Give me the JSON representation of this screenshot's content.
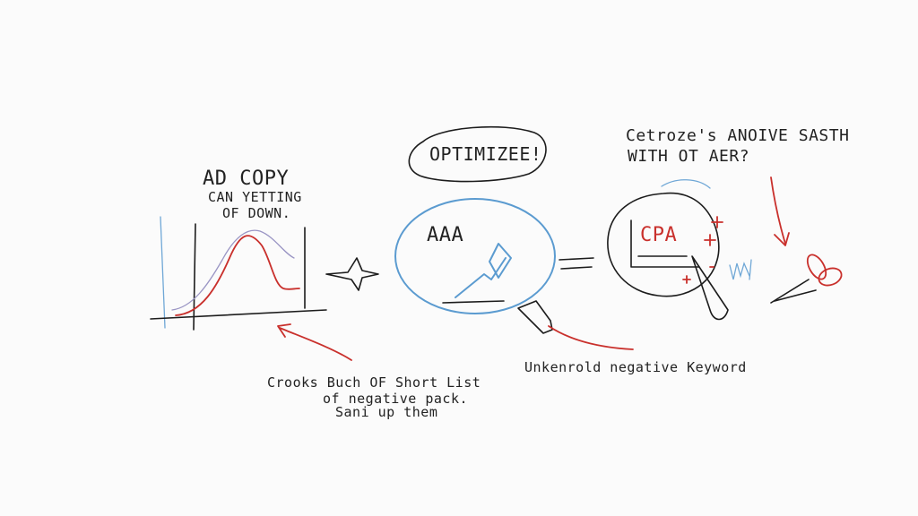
{
  "labels": {
    "ad_copy_title": "AD COPY",
    "ad_copy_line1": "CAN YETTING",
    "ad_copy_line2": "OF DOWN.",
    "optimize_bubble": "OPTIMIZEE!",
    "magnifier_text": "AAA",
    "question_line1": "Cetroze's ANOIVE SASTH",
    "question_line2": "WITH    OT AER?",
    "cpa_text": "CPA",
    "note_line1": "Crooks Buch OF Short List",
    "note_line2": "of negative pack.",
    "note_line3": "Sani up them",
    "negative_keyword": "Unkenrold negative Keyword"
  },
  "colors": {
    "ink": "#1c1c1c",
    "blue": "#5b9bd0",
    "red": "#c9302c",
    "purple": "#9a95c4",
    "background": "#fbfbfb"
  },
  "icons": [
    "sparkle-icon",
    "magnifying-glass-icon",
    "scissors-icon",
    "equals-icon",
    "arrow-icon"
  ]
}
